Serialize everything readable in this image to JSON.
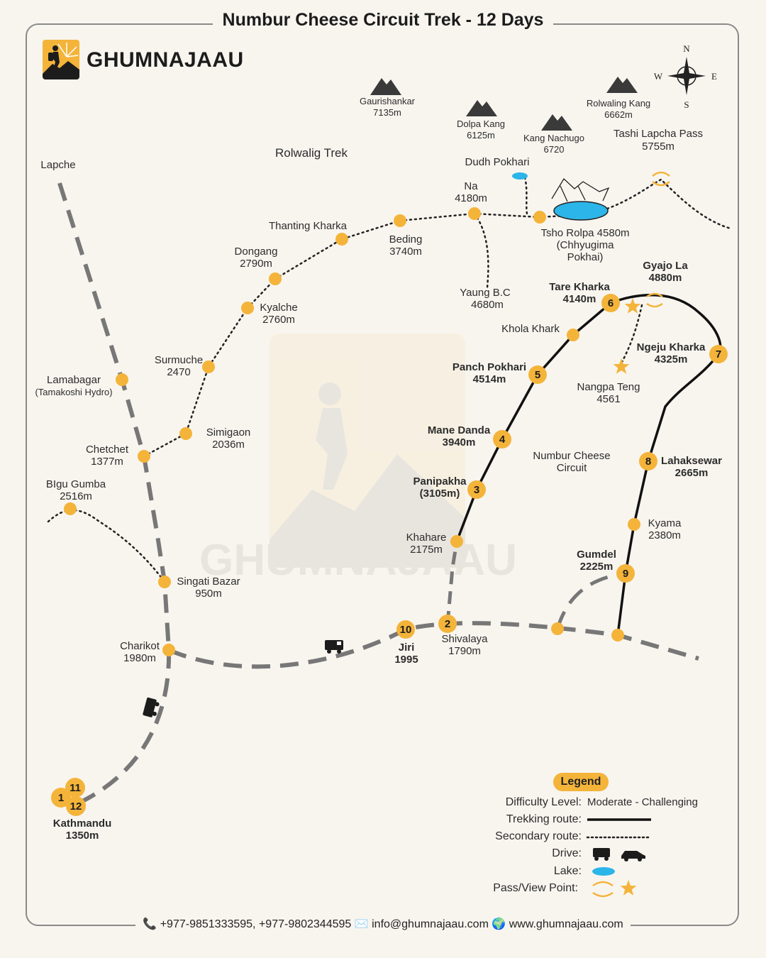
{
  "title": "Numbur Cheese Circuit Trek - 12 Days",
  "brand": {
    "name": "GHUMNAJAAU",
    "watermark": "GHUMNAJAAU"
  },
  "compass": {
    "n": "N",
    "s": "S",
    "e": "E",
    "w": "W"
  },
  "region_labels": {
    "rolwaling": "Rolwalig Trek",
    "circuit_1": "Numbur Cheese",
    "circuit_2": "Circuit",
    "lapche": "Lapche"
  },
  "peaks": [
    {
      "name": "Gaurishankar",
      "alt": "7135m"
    },
    {
      "name": "Dolpa Kang",
      "alt": "6125m"
    },
    {
      "name": "Kang Nachugo",
      "alt": "6720"
    },
    {
      "name": "Rolwaling Kang",
      "alt": "6662m"
    },
    {
      "name": "Tashi Lapcha Pass",
      "alt": "5755m"
    }
  ],
  "places": {
    "dudh_pokhari": "Dudh Pokhari",
    "na": [
      "Na",
      "4180m"
    ],
    "tsho_rolpa": [
      "Tsho Rolpa 4580m",
      "(Chhyugima",
      "Pokhai)"
    ],
    "beding": [
      "Beding",
      "3740m"
    ],
    "thanting": "Thanting Kharka",
    "dongang": [
      "Dongang",
      "2790m"
    ],
    "kyalche": [
      "Kyalche",
      "2760m"
    ],
    "surmuche": [
      "Surmuche",
      "2470"
    ],
    "simigaon": [
      "Simigaon",
      "2036m"
    ],
    "yaung": [
      "Yaung B.C",
      "4680m"
    ],
    "lamabagar": [
      "Lamabagar",
      "(Tamakoshi Hydro)"
    ],
    "chetchet": [
      "Chetchet",
      "1377m"
    ],
    "bigu": [
      "BIgu Gumba",
      "2516m"
    ],
    "singati": [
      "Singati Bazar",
      "950m"
    ],
    "charikot": [
      "Charikot",
      "1980m"
    ],
    "kathmandu": [
      "Kathmandu",
      "1350m"
    ],
    "jiri": [
      "Jiri",
      "1995"
    ],
    "shivalaya": [
      "Shivalaya",
      "1790m"
    ],
    "khahare": [
      "Khahare",
      "2175m"
    ],
    "panipakha": [
      "Panipakha",
      "(3105m)"
    ],
    "mane_danda": [
      "Mane Danda",
      "3940m"
    ],
    "panch_pokhari": [
      "Panch Pokhari",
      "4514m"
    ],
    "khola_khark": "Khola Khark",
    "tare_kharka": [
      "Tare Kharka",
      "4140m"
    ],
    "gyajo_la": [
      "Gyajo La",
      "4880m"
    ],
    "ngeju_kharka": [
      "Ngeju Kharka",
      "4325m"
    ],
    "nangpa_teng": [
      "Nangpa Teng",
      "4561"
    ],
    "lahaksewar": [
      "Lahaksewar",
      "2665m"
    ],
    "kyama": [
      "Kyama",
      "2380m"
    ],
    "gumdel": [
      "Gumdel",
      "2225m"
    ]
  },
  "stops": [
    "1",
    "2",
    "3",
    "4",
    "5",
    "6",
    "7",
    "8",
    "9",
    "10",
    "11",
    "12"
  ],
  "legend": {
    "title": "Legend",
    "difficulty_label": "Difficulty Level:",
    "difficulty_value": "Moderate - Challenging",
    "trekking": "Trekking route:",
    "secondary": "Secondary route:",
    "drive": "Drive:",
    "lake": "Lake:",
    "pass": "Pass/View Point:"
  },
  "footer": "+977-9851333595, +977-9802344595 ✉️ info@ghumnajaau.com 🌍 www.ghumnajaau.com",
  "colors": {
    "accent": "#f4b43a",
    "road": "#7a7a7a",
    "lake": "#2bb5e8",
    "background": "#f8f5ef"
  }
}
